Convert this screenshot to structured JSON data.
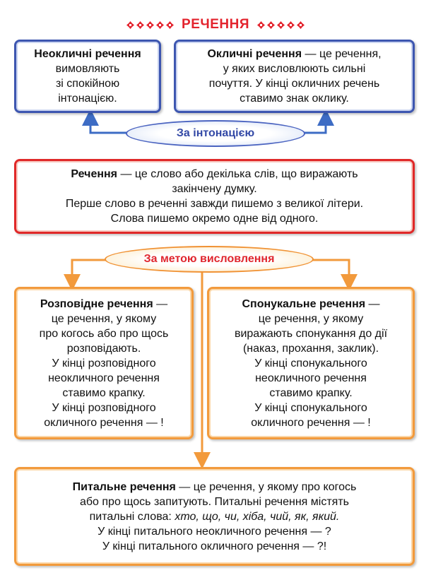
{
  "title": "РЕЧЕННЯ",
  "colors": {
    "title_red": "#e3232d",
    "blue_border": "#3d56b0",
    "red_border": "#e02828",
    "orange_border": "#f29a3c"
  },
  "intonation": {
    "label": "За інтонацією",
    "non_exclamatory": {
      "term": "Неокличні речення",
      "lines": [
        "вимовляють",
        "зі спокійною",
        "інтонацією."
      ]
    },
    "exclamatory": {
      "term": "Окличні речення",
      "line1_rest": " — це речення,",
      "lines": [
        "у яких висловлюють сильні",
        "почуття. У кінці окличних речень",
        "ставимо знак оклику."
      ]
    }
  },
  "definition": {
    "term": "Речення",
    "line1_rest": " — це слово або декілька слів, що виражають",
    "lines": [
      "закінчену думку.",
      "Перше слово в реченні завжди пишемо з великої літери.",
      "Слова пишемо окремо одне від одного."
    ]
  },
  "purpose": {
    "label": "За метою висловлення",
    "declarative": {
      "term": "Розповідне речення",
      "line1_rest": " —",
      "lines": [
        "це речення, у якому",
        "про когось або про щось",
        "розповідають.",
        "У кінці розповідного",
        "неокличного речення",
        "ставимо крапку.",
        "У кінці розповідного",
        "окличного речення — !"
      ]
    },
    "imperative": {
      "term": "Спонукальне речення",
      "line1_rest": " —",
      "lines": [
        "це речення, у якому",
        "виражають спонукання до дії",
        "(наказ, прохання, заклик).",
        "У кінці спонукального",
        "неокличного речення",
        "ставимо крапку.",
        "У кінці спонукального",
        "окличного речення — !"
      ]
    },
    "interrogative": {
      "term": "Питальне речення",
      "line1_rest": " — це речення, у якому про когось",
      "line2": "або про щось запитують. Питальні речення містять",
      "line3_prefix": "питальні слова: ",
      "line3_words": "хто, що, чи, хіба, чий, як, який.",
      "lines": [
        "У кінці питального неокличного речення — ?",
        "У кінці питального окличного речення — ?!"
      ]
    }
  }
}
